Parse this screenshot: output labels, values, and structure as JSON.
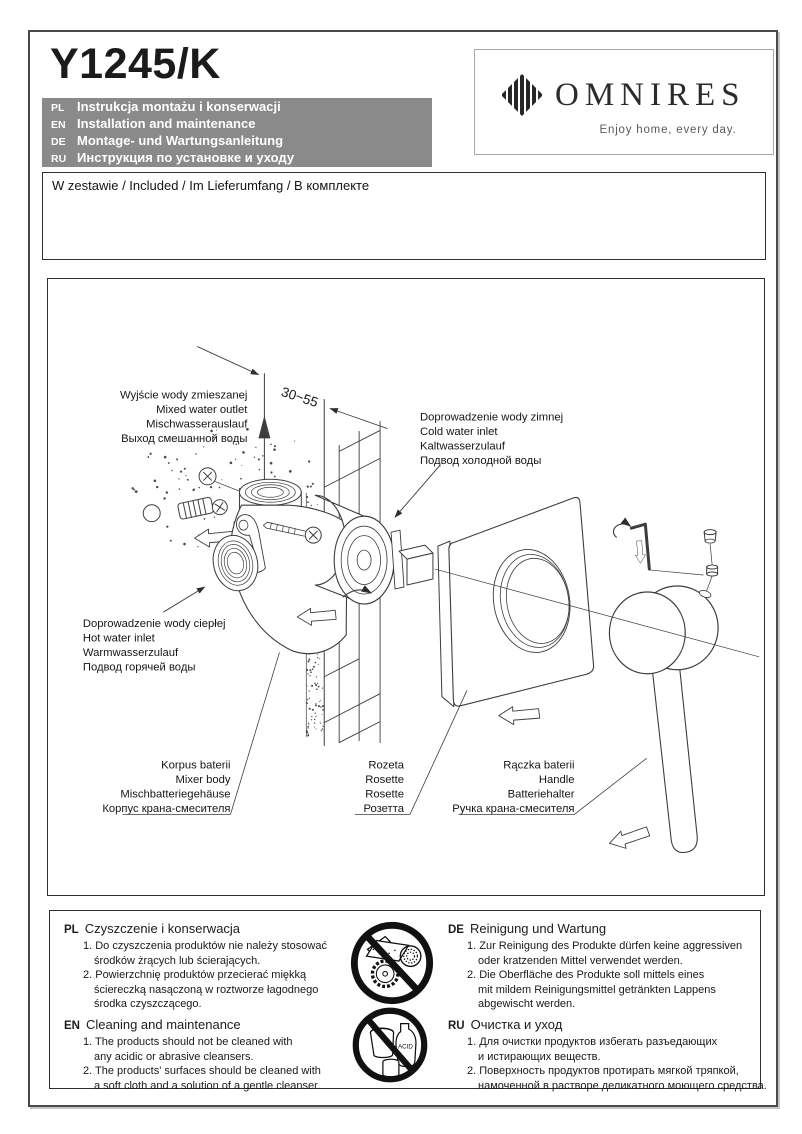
{
  "page": {
    "title": "Y1245/K",
    "brand": {
      "name": "OMNIRES",
      "tagline": "Enjoy home, every day."
    },
    "language_bar": [
      {
        "code": "PL",
        "text": "Instrukcja montażu i konserwacji"
      },
      {
        "code": "EN",
        "text": "Installation and maintenance"
      },
      {
        "code": "DE",
        "text": "Montage- und Wartungsanleitung"
      },
      {
        "code": "RU",
        "text": "Инструкция по установке и уходу"
      }
    ],
    "included_box_label": "W zestawie / Included / Im Lieferumfang / В комплекте"
  },
  "diagram": {
    "dimension": "30~55",
    "labels": {
      "mixed_outlet": [
        "Wyjście wody zmieszanej",
        "Mixed water outlet",
        "Mischwasserauslauf",
        "Выход смешанной воды"
      ],
      "cold_inlet": [
        "Doprowadzenie wody zimnej",
        "Cold water inlet",
        "Kaltwasserzulauf",
        "Подвод холодной воды"
      ],
      "hot_inlet": [
        "Doprowadzenie wody ciepłej",
        "Hot water inlet",
        "Warmwasserzulauf",
        "Подвод горячей воды"
      ],
      "mixer_body": [
        "Korpus baterii",
        "Mixer body",
        "Mischbatteriegehäuse",
        "Корпус крана-смесителя"
      ],
      "rosette": [
        "Rozeta",
        "Rosette",
        "Rosette",
        "Розетта"
      ],
      "handle": [
        "Rączka baterii",
        "Handle",
        "Batteriehalter",
        "Ручка крана-смесителя"
      ]
    }
  },
  "care": {
    "sections": [
      {
        "code": "PL",
        "title": "Czyszczenie i konserwacja",
        "items": [
          "1. Do czyszczenia produktów nie należy stosować\nśrodków żrących lub ścierających.",
          "2. Powierzchnię produktów przecierać miękką\nściereczką nasączoną w roztworze łagodnego\nśrodka czyszczącego."
        ]
      },
      {
        "code": "EN",
        "title": "Cleaning and maintenance",
        "items": [
          "1. The products should not be cleaned with\nany acidic or abrasive cleansers.",
          "2. The products' surfaces should be cleaned with\na soft cloth and a solution of a gentle cleanser."
        ]
      },
      {
        "code": "DE",
        "title": "Reinigung und Wartung",
        "items": [
          "1. Zur Reinigung des Produkte dürfen keine aggressiven\noder kratzenden Mittel verwendet werden.",
          "2. Die Oberfläche des Produkte soll mittels eines\nmit mildem Reinigungsmittel getränkten Lappens\nabgewischt werden."
        ]
      },
      {
        "code": "RU",
        "title": "Очистка и уход",
        "items": [
          "1. Для очистки продуктов избегать разъедающих\nи истирающих веществ.",
          "2. Поверхность продуктов протирать мягкой тряпкой,\nнамоченной в растворе деликатного моющего средства."
        ]
      }
    ],
    "acid_label": "ACID"
  },
  "colors": {
    "langbar_bg": "#8a8a8a",
    "line": "#3d3d3d",
    "text": "#1c1c1c"
  }
}
